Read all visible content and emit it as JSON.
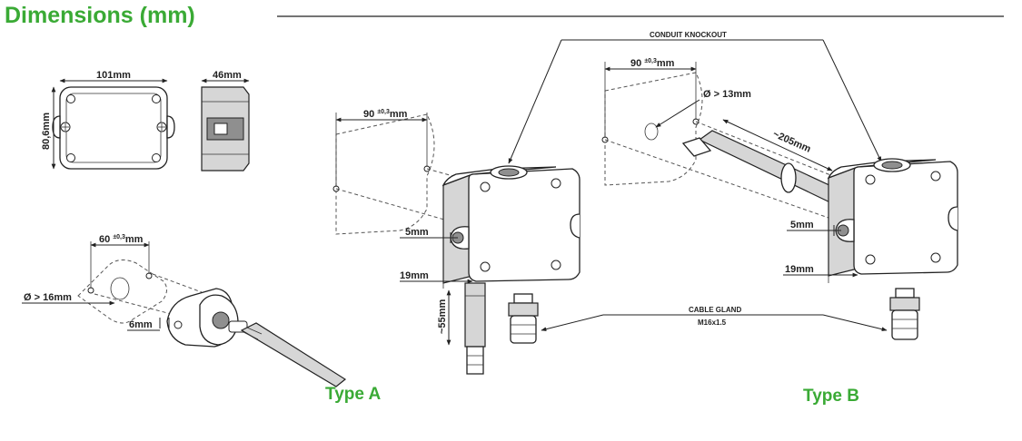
{
  "header": {
    "title": "Dimensions (mm)",
    "title_color": "#3aaa35"
  },
  "labels": {
    "width_101": "101mm",
    "depth_46": "46mm",
    "height_806": "80,6mm",
    "flange_spacing": "60",
    "flange_tol": "±0,3",
    "flange_unit": "mm",
    "hole_16": "Ø > 16mm",
    "flange_6": "6mm",
    "a_spacing": "90",
    "a_tol": "±0,3",
    "a_unit": "mm",
    "a_5mm": "5mm",
    "a_19mm": "19mm",
    "a_55mm": "~55mm",
    "conduit": "CONDUIT KNOCKOUT",
    "b_spacing": "90",
    "b_tol": "±0,3",
    "b_unit": "mm",
    "hole_13": "Ø > 13mm",
    "probe_205": "~205mm",
    "b_5mm": "5mm",
    "b_19mm": "19mm",
    "gland": "CABLE GLAND",
    "gland_size": "M16x1.5"
  },
  "types": {
    "a": "Type A",
    "b": "Type B"
  }
}
